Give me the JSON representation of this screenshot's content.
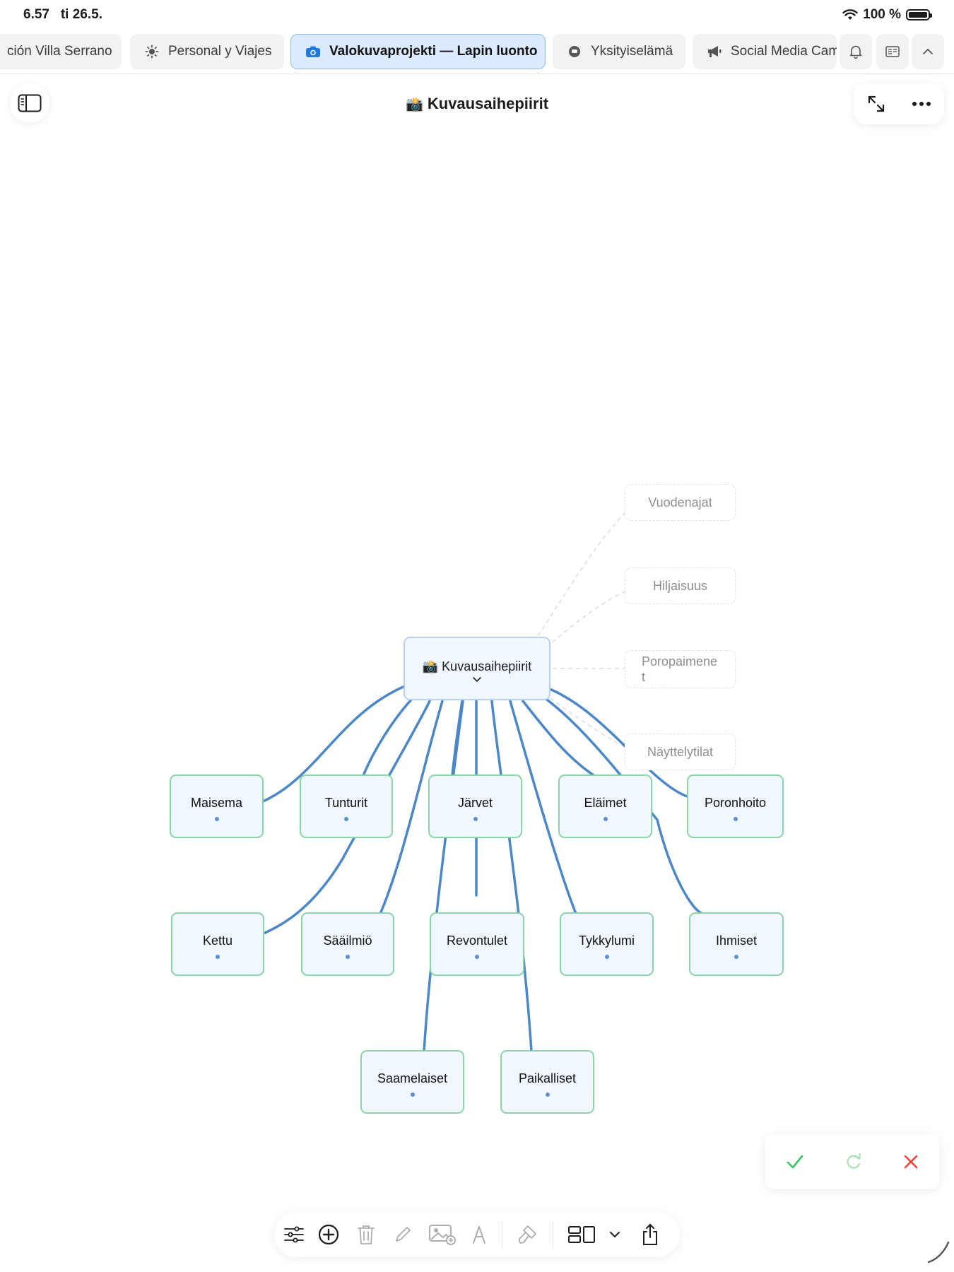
{
  "status_bar": {
    "time": "6.57",
    "date": "ti 26.5.",
    "battery": "100 %"
  },
  "tabs": [
    {
      "label": "ción Villa Serrano",
      "icon": "none"
    },
    {
      "label": "Personal y Viajes",
      "icon": "sun-icon"
    },
    {
      "label": "Valokuvaprojekti — Lapin luonto",
      "icon": "camera-icon",
      "active": true
    },
    {
      "label": "Yksityiselämä",
      "icon": "chat-bubble-icon"
    },
    {
      "label": "Social Media Cam",
      "icon": "megaphone-icon"
    }
  ],
  "header": {
    "title": "Kuvausaihepiirit",
    "title_icon": "📸"
  },
  "mindmap": {
    "root": {
      "label": "Kuvausaihepiirit",
      "icon": "📸"
    },
    "nodes": [
      "Maisema",
      "Tunturit",
      "Järvet",
      "Eläimet",
      "Poronhoito",
      "Kettu",
      "Sääilmiö",
      "Revontulet",
      "Tykkylumi",
      "Ihmiset",
      "Saamelaiset",
      "Paikalliset"
    ],
    "suggestions": [
      {
        "label": "Vuodenajat"
      },
      {
        "label": "Hiljaisuus"
      },
      {
        "label": "Poropaimene\nt"
      },
      {
        "label": "Näyttelytilat"
      }
    ]
  },
  "colors": {
    "accent": "#4a86c8",
    "node_border": "#8ad4a8",
    "node_fill": "#f1f7ff",
    "confirm": "#34c759",
    "cancel": "#ff3b30"
  }
}
